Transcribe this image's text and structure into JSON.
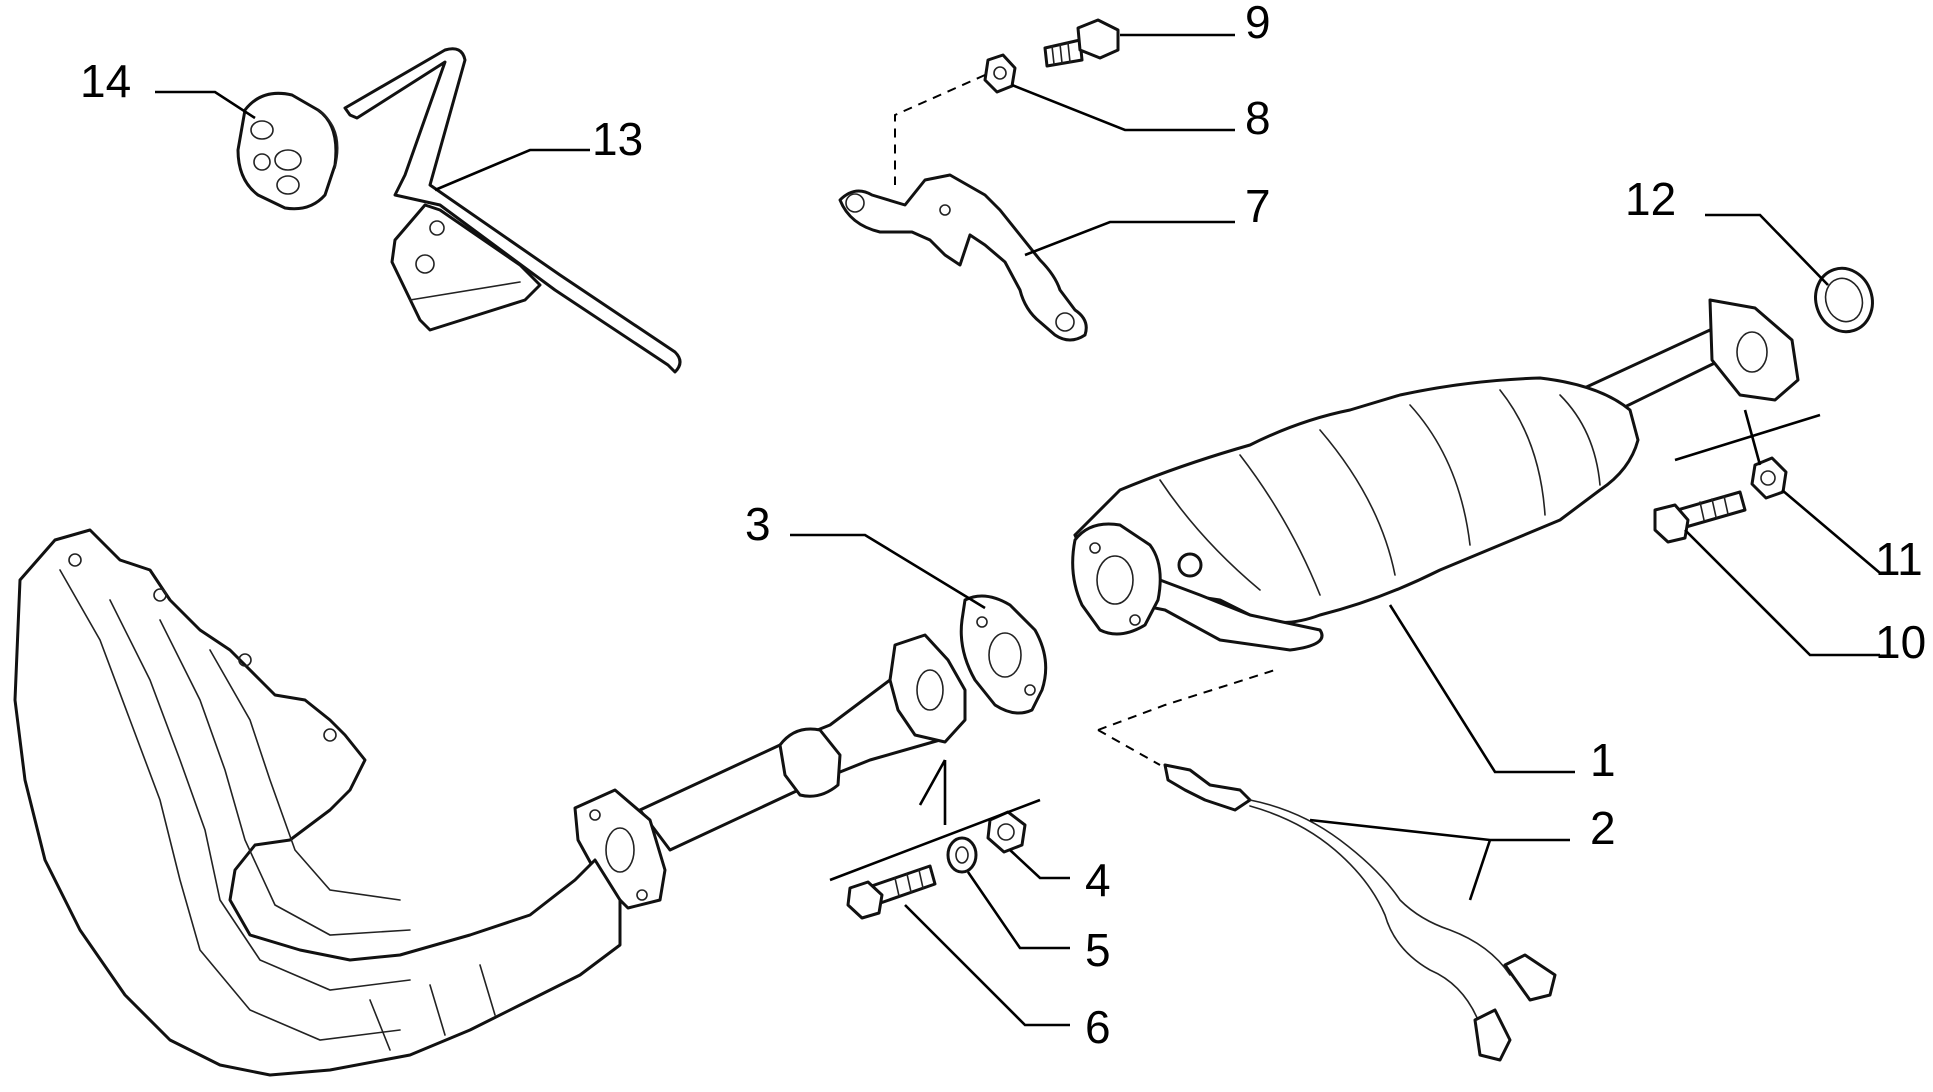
{
  "diagram": {
    "type": "exploded-parts-view",
    "callouts": [
      {
        "id": "p1",
        "label": "1"
      },
      {
        "id": "p2",
        "label": "2"
      },
      {
        "id": "p3",
        "label": "3"
      },
      {
        "id": "p4",
        "label": "4"
      },
      {
        "id": "p5",
        "label": "5"
      },
      {
        "id": "p6",
        "label": "6"
      },
      {
        "id": "p7",
        "label": "7"
      },
      {
        "id": "p8",
        "label": "8"
      },
      {
        "id": "p9",
        "label": "9"
      },
      {
        "id": "p10",
        "label": "10"
      },
      {
        "id": "p11",
        "label": "11"
      },
      {
        "id": "p12",
        "label": "12"
      },
      {
        "id": "p13",
        "label": "13"
      },
      {
        "id": "p14",
        "label": "14"
      }
    ]
  }
}
